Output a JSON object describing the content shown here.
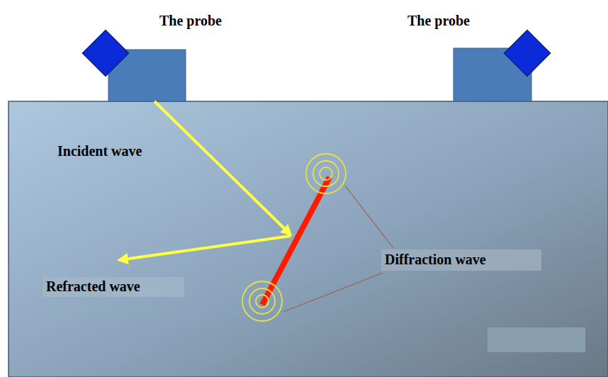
{
  "diagram": {
    "labels": [
      "The probe",
      "The probe",
      "Incident wave",
      "Refracted wave",
      "Diffraction wave"
    ]
  }
}
